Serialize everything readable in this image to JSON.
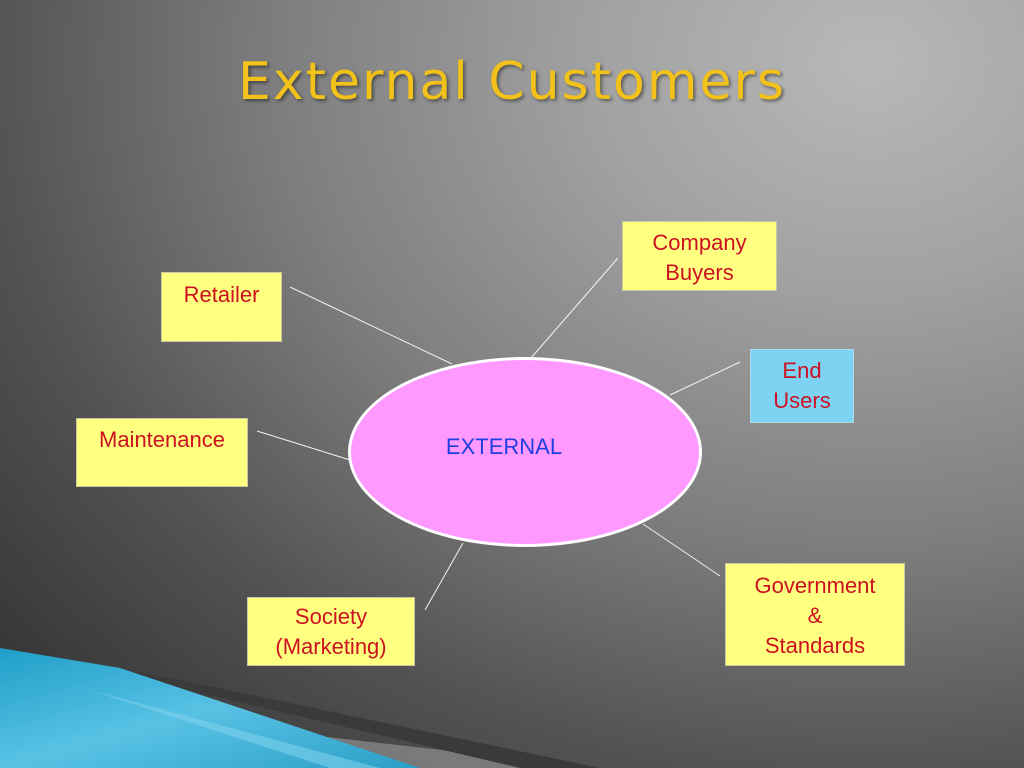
{
  "title": "External Customers",
  "center": {
    "label": "EXTERNAL"
  },
  "nodes": {
    "company_buyers": [
      "Company",
      "Buyers"
    ],
    "retailer": [
      "Retailer"
    ],
    "end_users": [
      "End",
      "Users"
    ],
    "maintenance": [
      "Maintenance"
    ],
    "government": [
      "Government",
      "&",
      "Standards"
    ],
    "society": [
      "Society",
      "(Marketing)"
    ]
  },
  "colors": {
    "title": "#f2c21a",
    "ellipse_fill": "#ff99ff",
    "ellipse_text": "#1f3fe0",
    "box_yellow": "#ffff80",
    "box_blue": "#7fd3f2",
    "box_text": "#cc1122"
  }
}
